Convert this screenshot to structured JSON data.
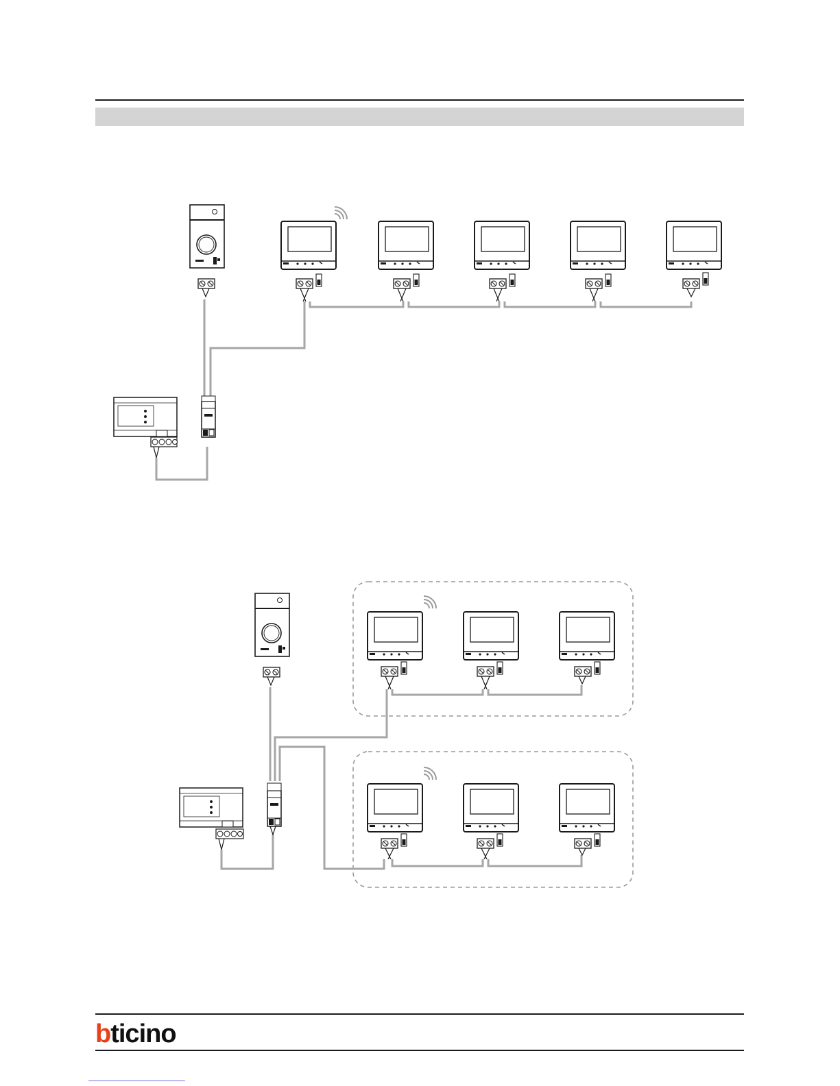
{
  "header": {
    "section_band_color": "#d4d4d4",
    "rule_color": "#1a1a1a"
  },
  "diagrams": [
    {
      "name": "single-line-installation",
      "devices": {
        "entrance_panel": 1,
        "power_supply": 1,
        "bus_interface": 1,
        "video_monitors": 5,
        "wifi_monitor_index": 1
      }
    },
    {
      "name": "two-branch-installation",
      "devices": {
        "entrance_panel": 1,
        "power_supply": 1,
        "bus_interface": 1,
        "zones": [
          {
            "video_monitors": 3,
            "wifi": true
          },
          {
            "video_monitors": 3,
            "wifi": true
          }
        ]
      }
    }
  ],
  "colors": {
    "wire": "#a6a6a6",
    "device_outline": "#1a1a1a",
    "zone_border": "#9a9a9a",
    "brand_orange": "#e8411a",
    "brand_black": "#111111"
  },
  "footer": {
    "brand": {
      "prefix": "b",
      "rest": "ticino",
      "icon": "bticino-logo"
    }
  }
}
